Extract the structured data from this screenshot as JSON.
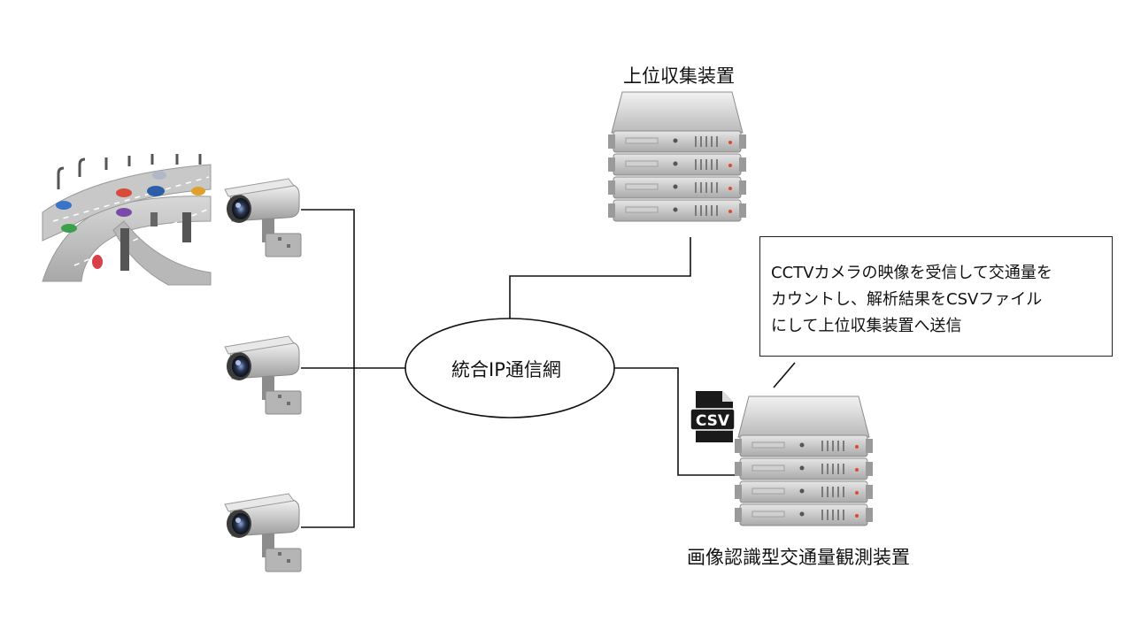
{
  "diagram": {
    "network_label": "統合IP通信網",
    "upper_server_label": "上位収集装置",
    "observation_server_label": "画像認識型交通量観測装置",
    "file_badge_label": "CSV",
    "callout": {
      "line1": "CCTVカメラの映像を受信して交通量を",
      "line2": "カウントし、解析結果をCSVファイル",
      "line3": "にして上位収集装置へ送信"
    },
    "colors": {
      "line": "#111111",
      "server_body": "#c9c9c9",
      "camera_body": "#d4d4d4",
      "road": "#bfbfbf",
      "csv_badge": "#1a1a1a"
    }
  }
}
